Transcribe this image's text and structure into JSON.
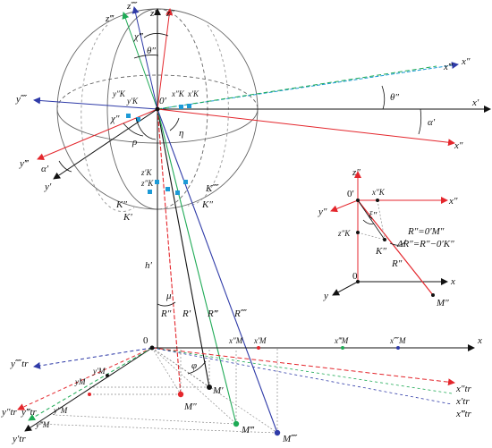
{
  "labels": {
    "z3": "z‴",
    "z2": "z″",
    "z1": "z′",
    "z4": "z⁗",
    "chi3": "χ‴",
    "theta2": "θ″",
    "x3top": "x‴",
    "x2top": "x″",
    "x1right": "x′",
    "x2mid": "x″",
    "y4": "y⁗",
    "y3": "y‴",
    "y1": "y′",
    "origin0": "0′",
    "yK2": "y″K",
    "yK1": "y′K",
    "xK2": "x″K",
    "xK1": "x′K",
    "chi2": "χ″",
    "rho": "ρ",
    "eta": "η",
    "theta2mid": "θ″",
    "alpha1r": "α′",
    "alpha1l": "α′",
    "zK1": "z′K",
    "zK2": "z″K",
    "K4": "K⁗",
    "K2": "K″",
    "K1": "K′",
    "h1": "h′",
    "mu": "μ",
    "R2a": "R″",
    "R1": "R′",
    "R3": "R‴",
    "R4": "R⁗",
    "origin": "0",
    "xM2": "x″M",
    "xM1": "x′M",
    "xM3": "x‴M",
    "xM4": "x⁗M",
    "xaxis": "x",
    "ytr4": "y⁗tr",
    "yM1": "y′M",
    "phi": "φ",
    "M1": "M′",
    "M2": "M″",
    "M3": "M‴",
    "M4": "M⁗",
    "ytr2": "y″tr",
    "ytr3": "y‴tr",
    "yM2": "y″M",
    "yM3": "y‴M",
    "ytr1": "y′tr",
    "xtr2": "x″tr",
    "xtr1": "x′tr",
    "xtr3": "x‴tr",
    "yM": "yM",
    "inset_z": "z″",
    "inset_0": "0′",
    "inset_xK": "x″K",
    "inset_x": "x″",
    "inset_y2": "y″",
    "inset_xi": "ξ″",
    "inset_zK": "z″K",
    "inset_K": "K″",
    "inset_R": "R″",
    "inset_0b": "0",
    "inset_xb": "x",
    "inset_yb": "y",
    "inset_M": "M″",
    "eq1": "R″=0′M″",
    "eq2": "ΔR″=R″−0′K″"
  },
  "colors": {
    "black": "#111111",
    "red": "#e4262c",
    "green": "#1eaa55",
    "blue": "#2f3ba8",
    "navy": "#222a8c",
    "light_blue": "#1c9ad6",
    "grey": "#8c8c8c",
    "pink": "#ee3c6c"
  }
}
